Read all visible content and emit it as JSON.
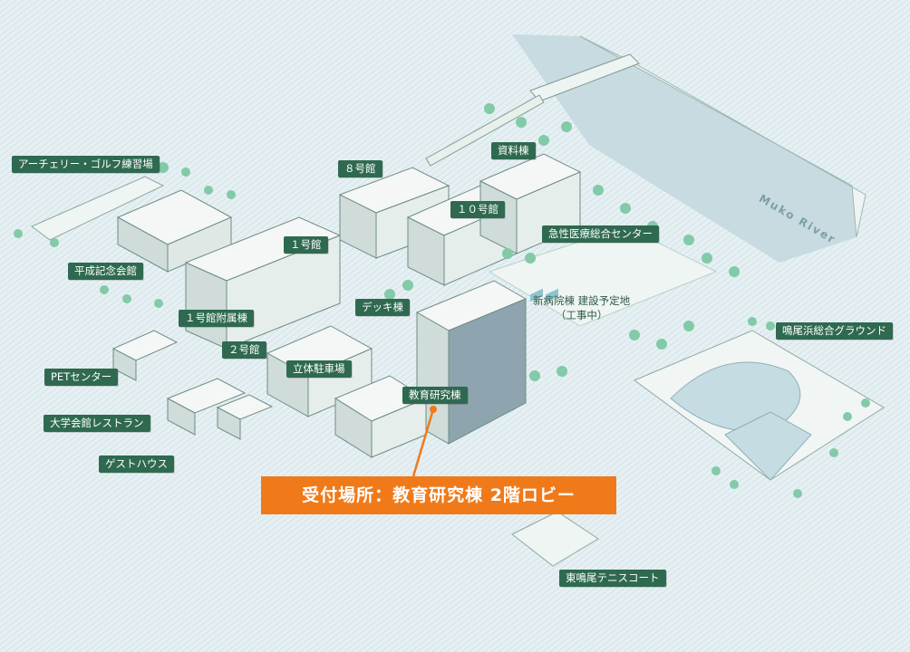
{
  "map": {
    "river_label": "Muko River",
    "callout": "受付場所：教育研究棟 2階ロビー",
    "plot_lines": [
      "新病院棟  建設予定地",
      "（工事中）"
    ],
    "labels": {
      "archery": "アーチェリー・ゴルフ練習場",
      "bldg8": "８号館",
      "archive": "資料棟",
      "bldg10": "１０号館",
      "emergency": "急性医療総合センター",
      "bldg1": "１号館",
      "heisei": "平成記念会館",
      "annex1": "１号館附属棟",
      "deck": "デッキ棟",
      "naruo_ground": "鳴尾浜総合グラウンド",
      "bldg2": "２号館",
      "pet": "PETセンター",
      "parking": "立体駐車場",
      "education": "教育研究棟",
      "restaurant": "大学会館レストラン",
      "guesthouse": "ゲストハウス",
      "tennis": "東鳴尾テニスコート"
    },
    "colors": {
      "label_bg": "#2f6a50",
      "callout_bg": "#f07a1a",
      "building": "#f4f7f5",
      "building_side": "#cfdcd9",
      "tree": "#7fc9a6",
      "river": "#c6dadf"
    }
  }
}
